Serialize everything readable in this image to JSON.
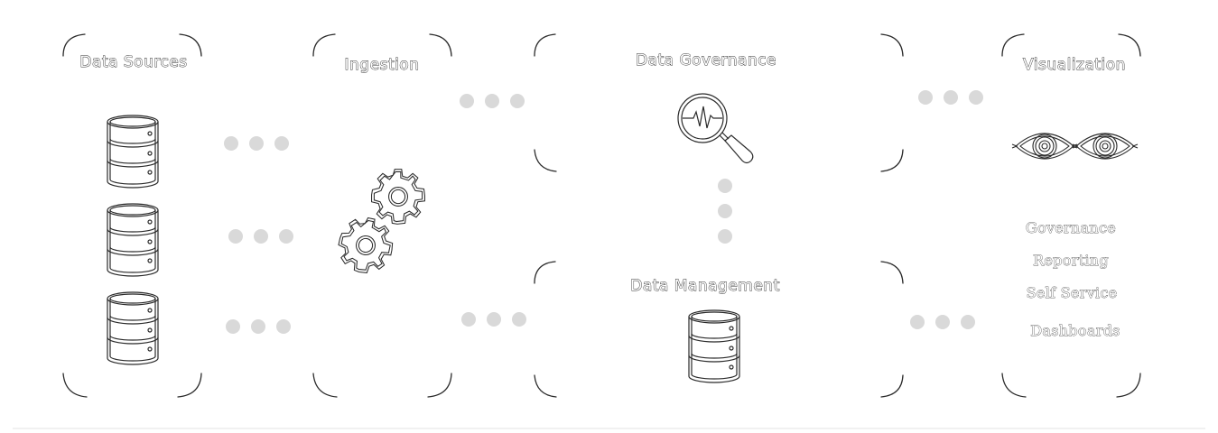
{
  "stages": {
    "data_sources": {
      "title": "Data Sources",
      "icon": "database-icon"
    },
    "ingestion": {
      "title": "Ingestion",
      "icon": "gears-icon"
    },
    "data_governance": {
      "title": "Data Governance",
      "icon": "magnifier-pulse-icon"
    },
    "data_management": {
      "title": "Data Management",
      "icon": "database-icon"
    },
    "visualization": {
      "title": "Visualization",
      "icon": "eyes-icon",
      "items": [
        "Governance",
        "Reporting",
        "Self Service",
        "Dashboards"
      ]
    }
  },
  "colors": {
    "stroke": "#2a2a2a",
    "dot": "#d9d9d9",
    "background": "#ffffff"
  }
}
